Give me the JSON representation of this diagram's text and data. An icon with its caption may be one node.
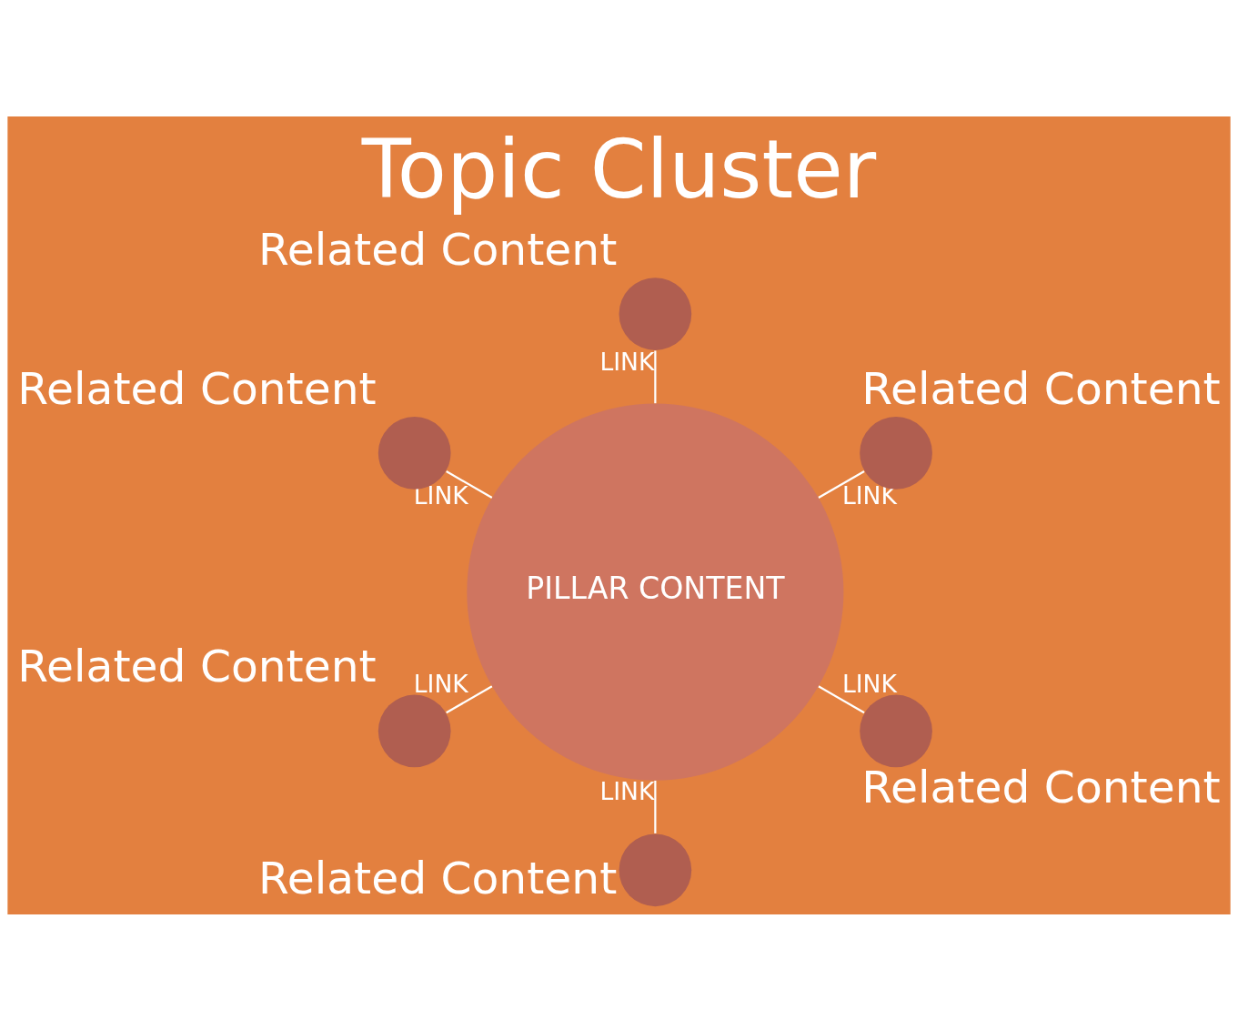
{
  "diagram": {
    "title": "Topic Cluster",
    "nodes": [
      {
        "text": [],
        "shape": "circle",
        "beside": [
          "Related Content"
        ]
      },
      {
        "text": [],
        "shape": "circle",
        "beside": [
          "Related Content"
        ]
      },
      {
        "text": [],
        "shape": "circle",
        "beside": [
          "Related Content"
        ]
      },
      {
        "text": [
          "PILLAR CONTENT"
        ]
      },
      {
        "text": [],
        "shape": "circle",
        "beside": [
          "Related Content"
        ]
      },
      {
        "text": [],
        "shape": "circle",
        "beside": [
          "Related Content"
        ]
      },
      {
        "text": [],
        "shape": "circle",
        "beside": [
          "Related Content"
        ]
      }
    ],
    "edges": [
      {
        "from": 3,
        "to": 0,
        "arrow": "none",
        "label": "LINK"
      },
      {
        "from": 3,
        "to": 1,
        "arrow": "none",
        "label": "LINK"
      },
      {
        "from": 3,
        "to": 2,
        "arrow": "none",
        "label": "LINK"
      },
      {
        "from": 3,
        "to": 4,
        "arrow": "none",
        "label": "LINK"
      },
      {
        "from": 3,
        "to": 5,
        "arrow": "none",
        "label": "LINK"
      },
      {
        "from": 3,
        "to": 6,
        "arrow": "none",
        "label": "LINK"
      }
    ]
  }
}
